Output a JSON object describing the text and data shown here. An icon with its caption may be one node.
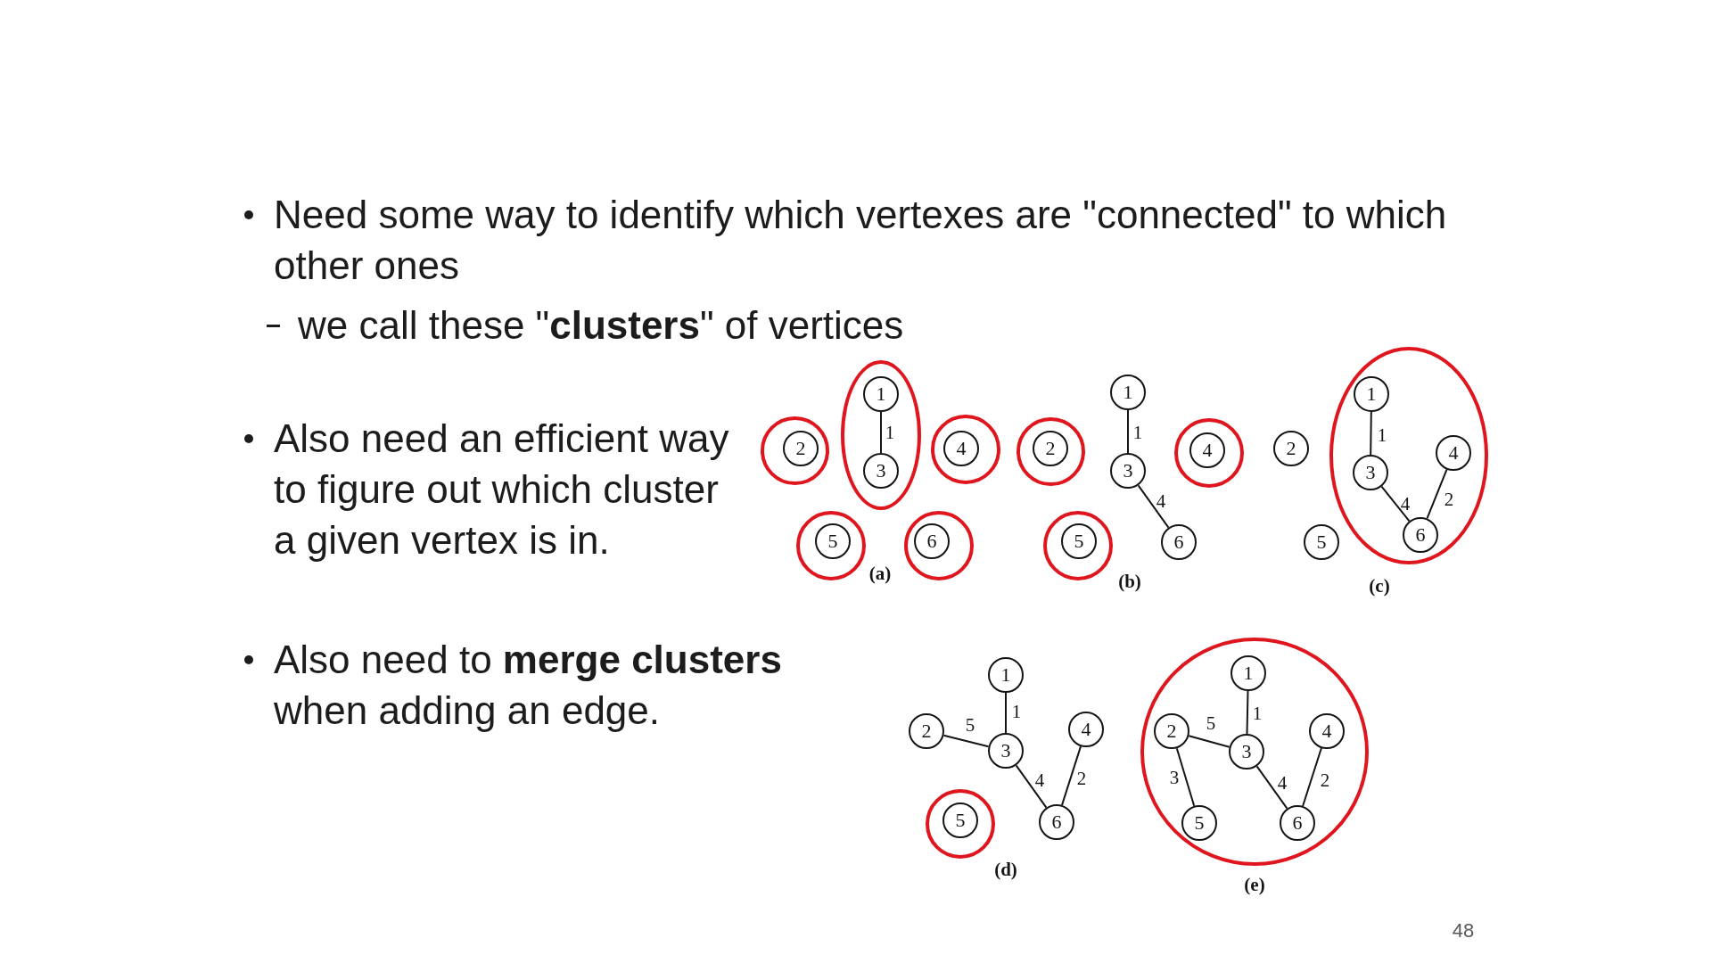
{
  "diagram": {
    "nodes": [
      {
        "text": [],
        "shape": "circle"
      },
      {
        "text": [
          "2"
        ],
        "in": 0
      },
      {
        "text": [],
        "shape": "ellipse"
      },
      {
        "text": [
          "1"
        ],
        "in": 2
      },
      {
        "text": [
          "3"
        ],
        "in": 2
      },
      {
        "text": [],
        "shape": "circle"
      },
      {
        "text": [
          "4"
        ],
        "in": 5
      },
      {
        "text": [],
        "shape": "circle"
      },
      {
        "text": [
          "5"
        ],
        "in": 7
      },
      {
        "text": [],
        "shape": "circle"
      },
      {
        "text": [
          "6"
        ],
        "in": 9
      },
      {
        "text": [
          "1"
        ]
      },
      {
        "text": [],
        "shape": "circle"
      },
      {
        "text": [
          "2"
        ],
        "in": 12
      },
      {
        "text": [
          "3"
        ]
      },
      {
        "text": [],
        "shape": "circle"
      },
      {
        "text": [
          "4"
        ],
        "in": 15
      },
      {
        "text": [],
        "shape": "circle"
      },
      {
        "text": [
          "5"
        ],
        "in": 17
      },
      {
        "text": [
          "6"
        ]
      },
      {
        "text": [],
        "shape": "ellipse"
      },
      {
        "text": [
          "1"
        ],
        "in": 20
      },
      {
        "text": [
          "2"
        ]
      },
      {
        "text": [
          "4"
        ],
        "in": 20
      },
      {
        "text": [
          "3"
        ],
        "in": 20
      },
      {
        "text": [
          "5"
        ]
      },
      {
        "text": [
          "6"
        ],
        "in": 20
      },
      {
        "text": [
          "1"
        ]
      },
      {
        "text": [
          "2"
        ]
      },
      {
        "text": [
          "4"
        ]
      },
      {
        "text": [
          "3"
        ]
      },
      {
        "text": [],
        "shape": "circle"
      },
      {
        "text": [
          "5"
        ],
        "in": 31
      },
      {
        "text": [
          "6"
        ]
      },
      {
        "text": [],
        "shape": "circle"
      },
      {
        "text": [
          "1"
        ],
        "in": 34
      },
      {
        "text": [
          "2"
        ],
        "in": 34
      },
      {
        "text": [
          "4"
        ],
        "in": 34
      },
      {
        "text": [
          "3"
        ],
        "in": 34
      },
      {
        "text": [
          "5"
        ],
        "in": 34
      },
      {
        "text": [
          "6"
        ],
        "in": 34
      }
    ],
    "edges": [
      {
        "from": 3,
        "to": 4,
        "arrow": "none",
        "label": "1"
      },
      {
        "from": 11,
        "to": 14,
        "arrow": "none",
        "label": "1"
      },
      {
        "from": 14,
        "to": 19,
        "arrow": "none",
        "label": "4"
      },
      {
        "from": 21,
        "to": 24,
        "arrow": "none",
        "label": "1"
      },
      {
        "from": 24,
        "to": 26,
        "arrow": "none",
        "label": "4"
      },
      {
        "from": 23,
        "to": 26,
        "arrow": "none",
        "label": "2"
      },
      {
        "from": 27,
        "to": 30,
        "arrow": "none",
        "label": "1"
      },
      {
        "from": 28,
        "to": 30,
        "arrow": "none",
        "label": "5"
      },
      {
        "from": 30,
        "to": 33,
        "arrow": "none",
        "label": "4"
      },
      {
        "from": 29,
        "to": 33,
        "arrow": "none",
        "label": "2"
      },
      {
        "from": 35,
        "to": 38,
        "arrow": "none",
        "label": "1"
      },
      {
        "from": 36,
        "to": 38,
        "arrow": "none",
        "label": "5"
      },
      {
        "from": 36,
        "to": 39,
        "arrow": "none",
        "label": "3"
      },
      {
        "from": 38,
        "to": 40,
        "arrow": "none",
        "label": "4"
      },
      {
        "from": 37,
        "to": 40,
        "arrow": "none",
        "label": "2"
      }
    ],
    "labels": [
      "Need some way to identify which vertexes are \"connected\" to which other ones",
      "we call these \"**clusters**\" of vertices",
      "Also need an efficient way to figure out which cluster a given vertex is in.",
      "(a)",
      "(b)",
      "(c)",
      "Also need to **merge clusters** when adding an edge.",
      "(d)",
      "(e)",
      "48"
    ]
  }
}
